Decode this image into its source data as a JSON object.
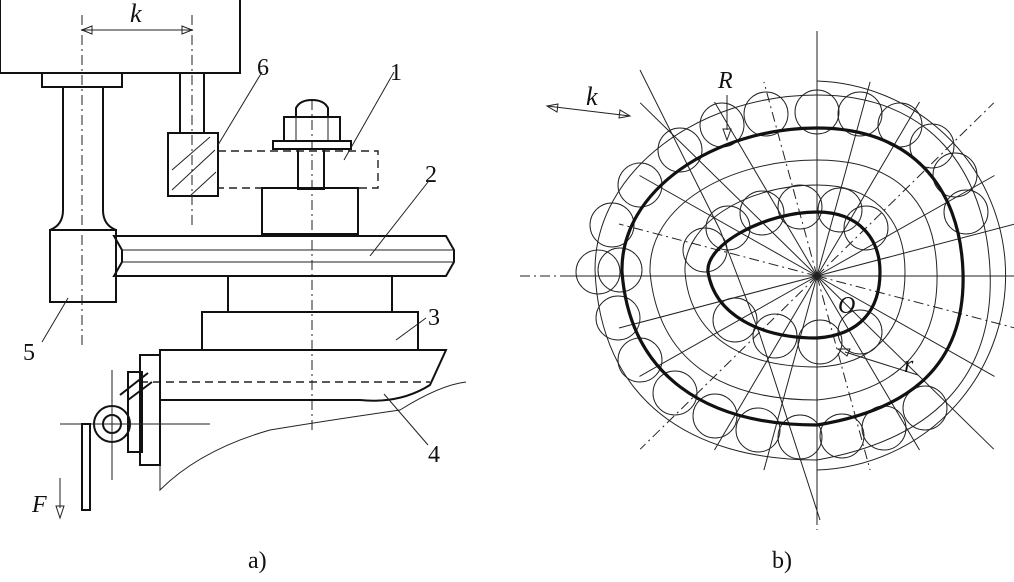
{
  "panel_a": {
    "caption": "a)",
    "dim_label": "k",
    "force_label": "F",
    "part_numbers": [
      "1",
      "2",
      "3",
      "4",
      "5",
      "6"
    ]
  },
  "panel_b": {
    "caption": "b)",
    "dim_label": "k",
    "radius_label_outer": "R",
    "radius_label_inner": "r",
    "center_label": "O"
  }
}
